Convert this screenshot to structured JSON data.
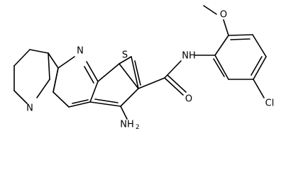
{
  "molecule": {
    "atoms": {
      "n_ring": "N",
      "s_ring": "S",
      "n_bridge": "N",
      "amide_n": "NH",
      "amide_o": "O",
      "ether_o": "O",
      "chlorine": "Cl",
      "amine_n": "NH",
      "amine_sub": "2"
    }
  },
  "colors": {
    "bond": "#000000",
    "text": "#000000",
    "background": "#ffffff"
  }
}
